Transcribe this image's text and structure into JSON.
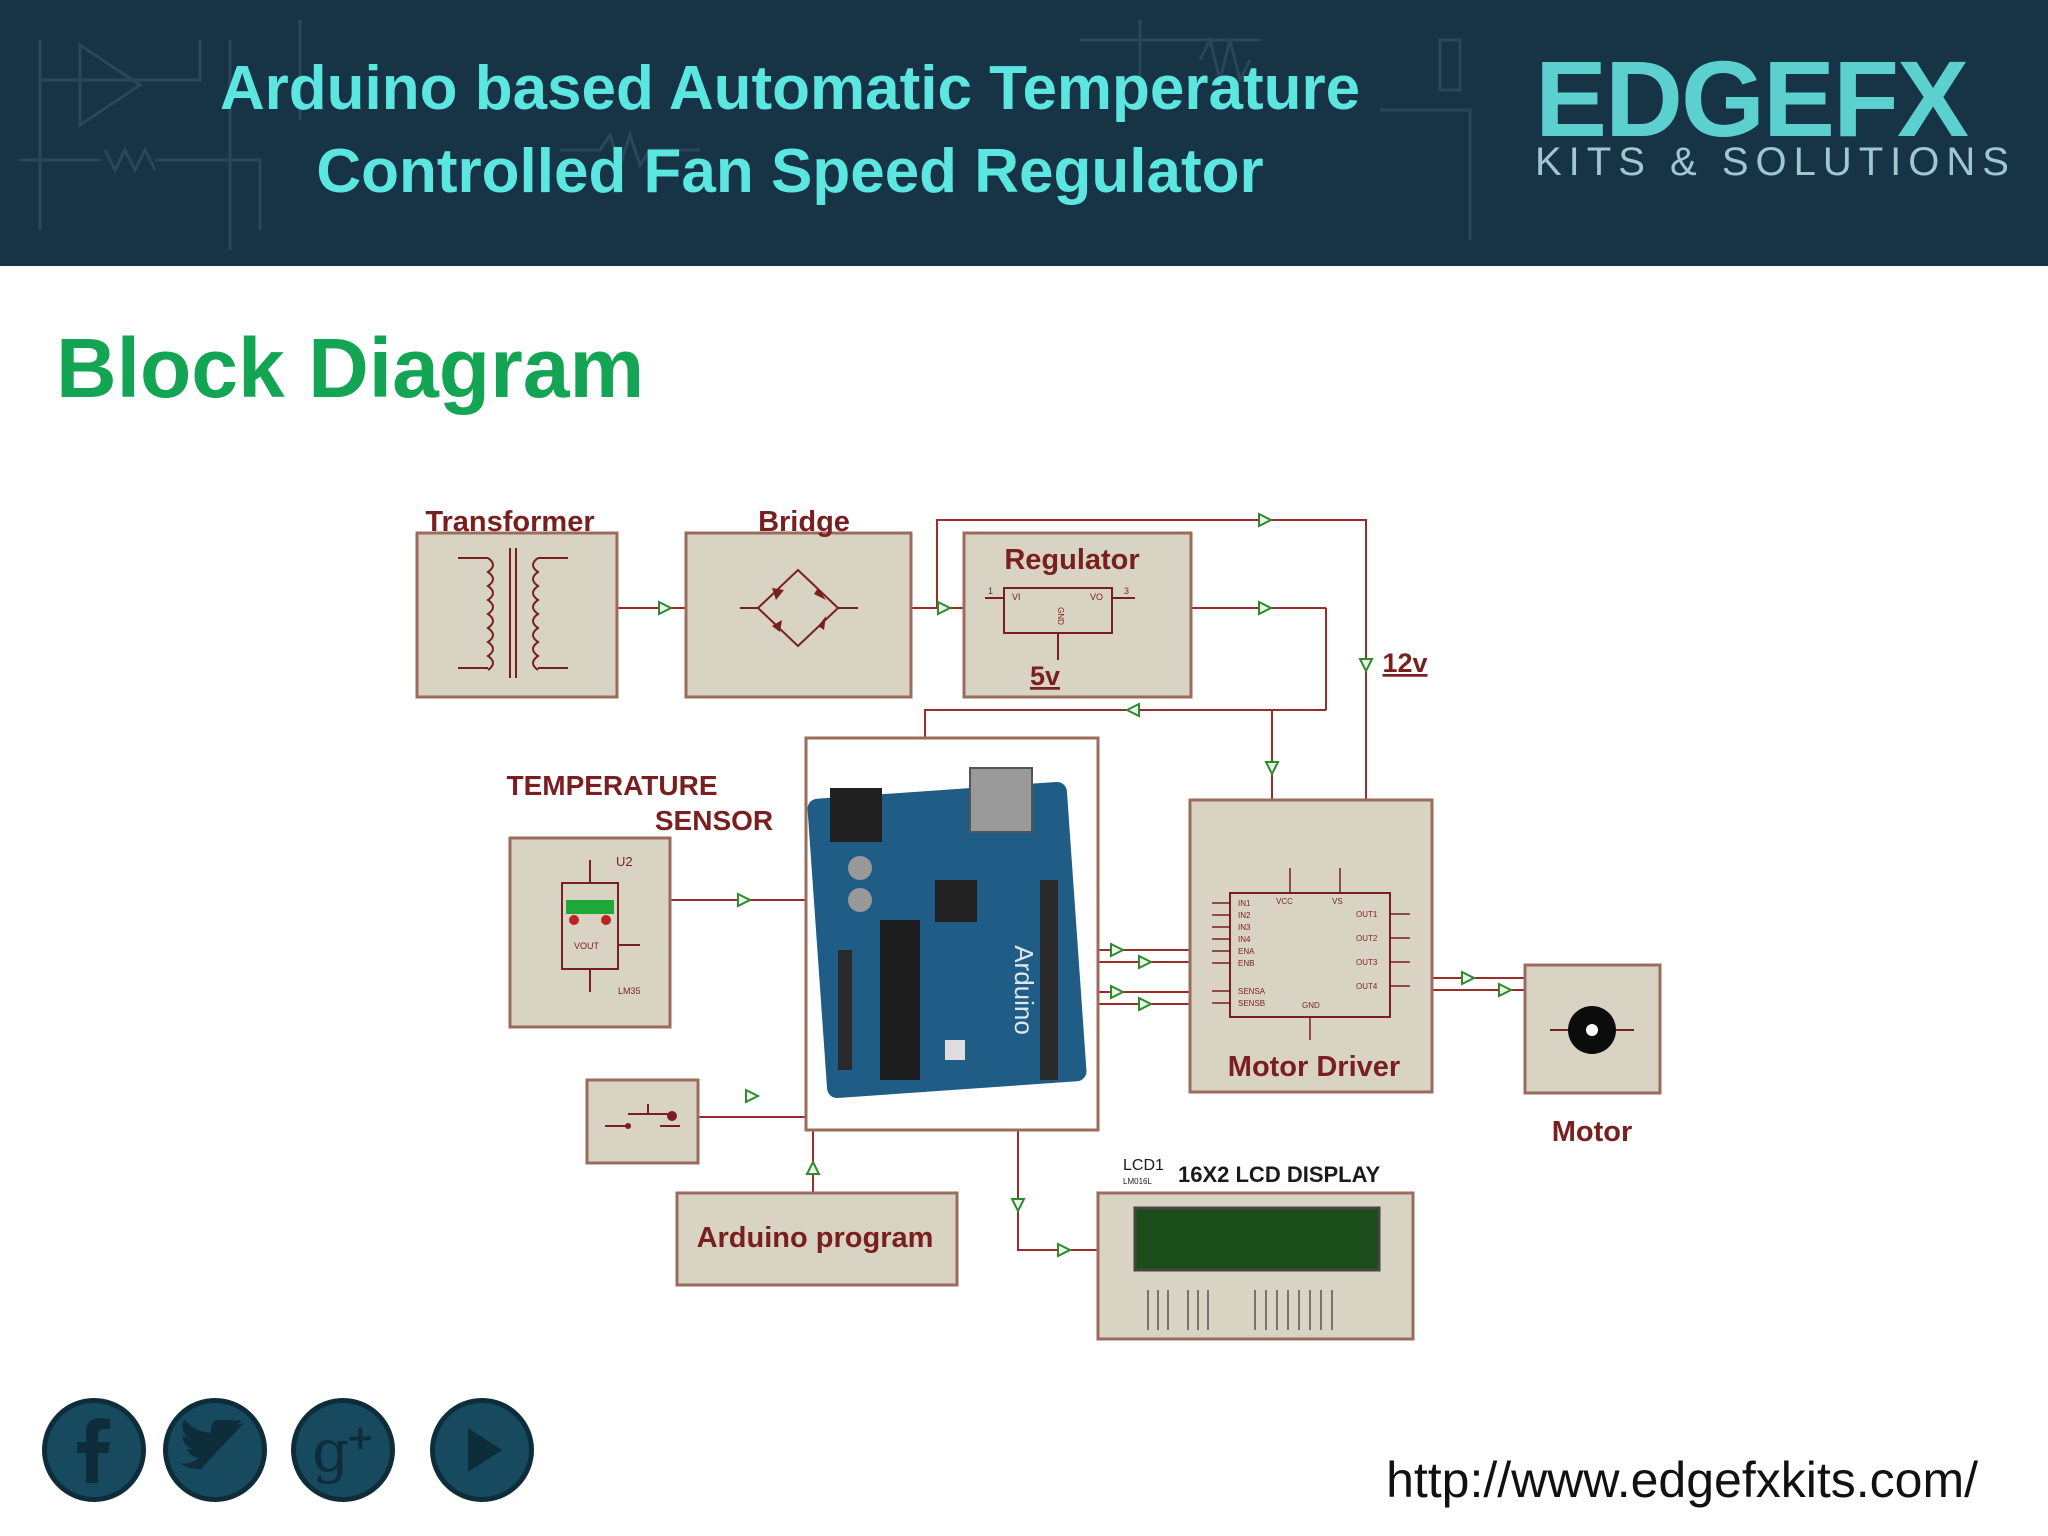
{
  "header": {
    "title_line1": "Arduino based Automatic Temperature",
    "title_line2": "Controlled Fan Speed Regulator",
    "logo_main": "EDGEFX",
    "logo_sub": "KITS & SOLUTIONS"
  },
  "section_title": "Block Diagram",
  "diagram": {
    "transformer": "Transformer",
    "bridge": "Bridge",
    "regulator": "Regulator",
    "reg_vi": "VI",
    "reg_vo": "VO",
    "reg_gnd": "GND",
    "reg_pin1": "1",
    "reg_pin3": "3",
    "v5": "5v",
    "v12": "12v",
    "temp_sensor_l1": "TEMPERATURE",
    "temp_sensor_l2": "SENSOR",
    "u2": "U2",
    "vout": "VOUT",
    "lm35": "LM35",
    "motor_driver": "Motor Driver",
    "md_inputs": [
      "IN1",
      "IN2",
      "IN3",
      "IN4",
      "ENA",
      "ENB",
      "SENSA",
      "SENSB"
    ],
    "md_outputs": [
      "OUT1",
      "OUT2",
      "OUT3",
      "OUT4"
    ],
    "md_vcc": "VCC",
    "md_vs": "VS",
    "md_gnd": "GND",
    "motor": "Motor",
    "arduino_program": "Arduino program",
    "lcd1": "LCD1",
    "lm016l": "LM016L",
    "lcd_display": "16X2 LCD DISPLAY",
    "board_label": "Arduino"
  },
  "social": [
    "facebook-icon",
    "twitter-icon",
    "google-plus-icon",
    "play-icon"
  ],
  "url": "http://www.edgefxkits.com/",
  "colors": {
    "header_bg": "#173447",
    "title": "#5ce6e0",
    "section_title": "#13a553",
    "block_fill": "#d9d3c3",
    "block_border": "#9b6c5c",
    "wire": "#9b2c2c",
    "arrow": "#2f8a2f",
    "label": "#7a1f1f"
  }
}
